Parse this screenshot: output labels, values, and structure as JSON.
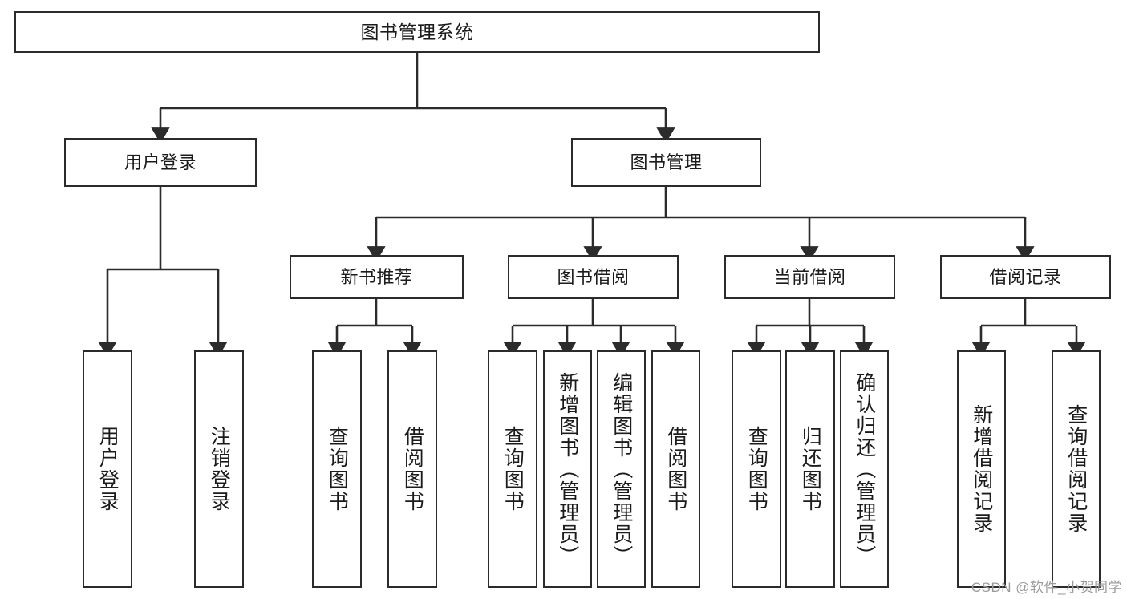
{
  "diagram": {
    "title": "图书管理系统",
    "watermark": "CSDN @软件_小贺同学",
    "colors": {
      "stroke": "#2b2b2b",
      "fill": "#ffffff",
      "text": "#1b1b1b",
      "watermark": "#9a9a9a"
    },
    "nodes": {
      "root": {
        "label": "图书管理系统"
      },
      "level2": [
        {
          "label": "用户登录"
        },
        {
          "label": "图书管理"
        }
      ],
      "level3": [
        {
          "label": "新书推荐"
        },
        {
          "label": "图书借阅"
        },
        {
          "label": "当前借阅"
        },
        {
          "label": "借阅记录"
        }
      ],
      "leaves": [
        {
          "label": "用户登录",
          "parent": "用户登录"
        },
        {
          "label": "注销登录",
          "parent": "用户登录"
        },
        {
          "label": "查询图书",
          "parent": "新书推荐"
        },
        {
          "label": "借阅图书",
          "parent": "新书推荐"
        },
        {
          "label": "查询图书",
          "parent": "图书借阅"
        },
        {
          "label": "新增图书（管理员）",
          "parent": "图书借阅"
        },
        {
          "label": "编辑图书（管理员）",
          "parent": "图书借阅"
        },
        {
          "label": "借阅图书",
          "parent": "图书借阅"
        },
        {
          "label": "查询图书",
          "parent": "当前借阅"
        },
        {
          "label": "归还图书",
          "parent": "当前借阅"
        },
        {
          "label": "确认归还（管理员）",
          "parent": "当前借阅"
        },
        {
          "label": "新增借阅记录",
          "parent": "借阅记录"
        },
        {
          "label": "查询借阅记录",
          "parent": "借阅记录"
        }
      ]
    }
  },
  "chart_data": {
    "type": "diagram",
    "subtype": "tree-hierarchy",
    "title": "图书管理系统",
    "orientation": "top-down",
    "edge_style": "orthogonal-with-arrowheads",
    "levels": 4,
    "tree": {
      "name": "图书管理系统",
      "children": [
        {
          "name": "用户登录",
          "children": [
            {
              "name": "用户登录"
            },
            {
              "name": "注销登录"
            }
          ]
        },
        {
          "name": "图书管理",
          "children": [
            {
              "name": "新书推荐",
              "children": [
                {
                  "name": "查询图书"
                },
                {
                  "name": "借阅图书"
                }
              ]
            },
            {
              "name": "图书借阅",
              "children": [
                {
                  "name": "查询图书"
                },
                {
                  "name": "新增图书（管理员）"
                },
                {
                  "name": "编辑图书（管理员）"
                },
                {
                  "name": "借阅图书"
                }
              ]
            },
            {
              "name": "当前借阅",
              "children": [
                {
                  "name": "查询图书"
                },
                {
                  "name": "归还图书"
                },
                {
                  "name": "确认归还（管理员）"
                }
              ]
            },
            {
              "name": "借阅记录",
              "children": [
                {
                  "name": "新增借阅记录"
                },
                {
                  "name": "查询借阅记录"
                }
              ]
            }
          ]
        }
      ]
    }
  }
}
